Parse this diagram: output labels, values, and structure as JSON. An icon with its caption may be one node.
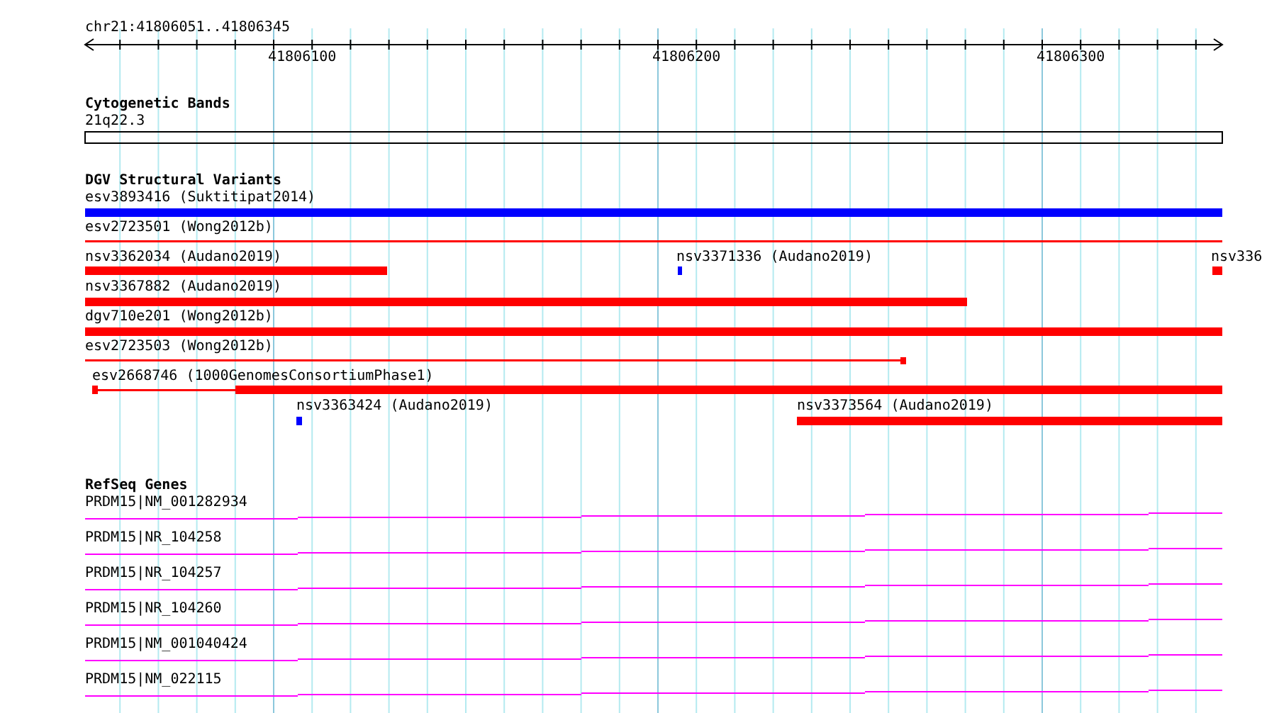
{
  "diagram": {
    "labels": [
      "chr21:41806051..41806345",
      "41806100",
      "41806200",
      "41806300",
      "Cytogenetic Bands",
      "21q22.3",
      "DGV Structural Variants",
      "esv3893416 (Suktitipat2014)",
      "esv2723501 (Wong2012b)",
      "nsv3362034 (Audano2019)",
      "nsv3371336 (Audano2019)",
      "nsv336",
      "nsv3367882 (Audano2019)",
      "dgv710e201 (Wong2012b)",
      "esv2723503 (Wong2012b)",
      "esv2668746 (1000GenomesConsortiumPhase1)",
      "nsv3363424 (Audano2019)",
      "nsv3373564 (Audano2019)",
      "RefSeq Genes",
      "PRDM15|NM_001282934",
      "PRDM15|NR_104258",
      "PRDM15|NR_104257",
      "PRDM15|NR_104260",
      "PRDM15|NM_001040424",
      "PRDM15|NM_022115"
    ]
  }
}
